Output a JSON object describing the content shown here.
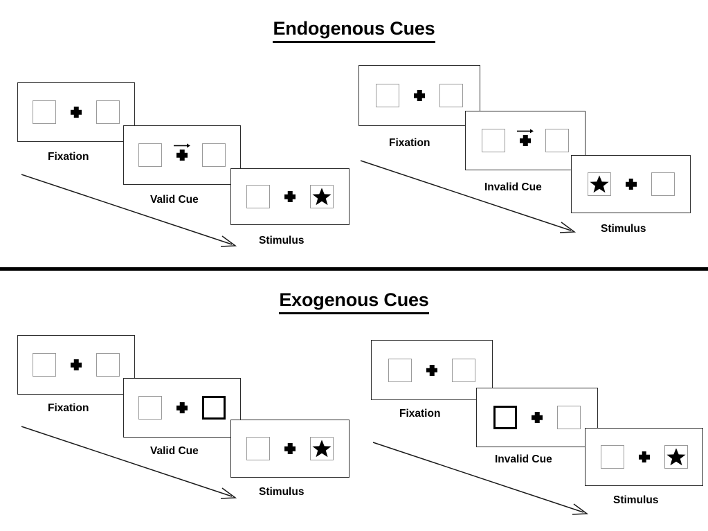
{
  "page": {
    "background": "#ffffff",
    "ink": "#000000",
    "box_border_color": "#9a9a9a",
    "cued_box_border_color": "#000000",
    "frame_border_color": "#2b2b2b"
  },
  "sections": [
    {
      "id": "endogenous",
      "title": "Endogenous Cues",
      "columns": [
        {
          "id": "endogenous-valid",
          "frames": [
            {
              "label": "Fixation",
              "left_box": "empty",
              "right_box": "empty",
              "cue_arrow": false
            },
            {
              "label": "Valid Cue",
              "left_box": "empty",
              "right_box": "empty",
              "cue_arrow": true
            },
            {
              "label": "Stimulus",
              "left_box": "empty",
              "right_box": "star",
              "cue_arrow": false
            }
          ]
        },
        {
          "id": "endogenous-invalid",
          "frames": [
            {
              "label": "Fixation",
              "left_box": "empty",
              "right_box": "empty",
              "cue_arrow": false
            },
            {
              "label": "Invalid Cue",
              "left_box": "empty",
              "right_box": "empty",
              "cue_arrow": true
            },
            {
              "label": "Stimulus",
              "left_box": "star",
              "right_box": "empty",
              "cue_arrow": false
            }
          ]
        }
      ]
    },
    {
      "id": "exogenous",
      "title": "Exogenous Cues",
      "columns": [
        {
          "id": "exogenous-valid",
          "frames": [
            {
              "label": "Fixation",
              "left_box": "empty",
              "right_box": "empty",
              "cue_arrow": false
            },
            {
              "label": "Valid Cue",
              "left_box": "empty",
              "right_box": "cued",
              "cue_arrow": false
            },
            {
              "label": "Stimulus",
              "left_box": "empty",
              "right_box": "star",
              "cue_arrow": false
            }
          ]
        },
        {
          "id": "exogenous-invalid",
          "frames": [
            {
              "label": "Fixation",
              "left_box": "empty",
              "right_box": "empty",
              "cue_arrow": false
            },
            {
              "label": "Invalid Cue",
              "left_box": "cued",
              "right_box": "empty",
              "cue_arrow": false
            },
            {
              "label": "Stimulus",
              "left_box": "empty",
              "right_box": "star",
              "cue_arrow": false
            }
          ]
        }
      ]
    }
  ],
  "icons": {
    "plus": "plus-fixation-cross-icon",
    "star": "star-icon",
    "cue_arrow": "right-arrow-cue-icon",
    "time_arrow": "diagonal-time-arrow-icon"
  },
  "time_arrows": [
    {
      "id": "endogenous-valid-time-arrow"
    },
    {
      "id": "endogenous-invalid-time-arrow"
    },
    {
      "id": "exogenous-valid-time-arrow"
    },
    {
      "id": "exogenous-invalid-time-arrow"
    }
  ]
}
